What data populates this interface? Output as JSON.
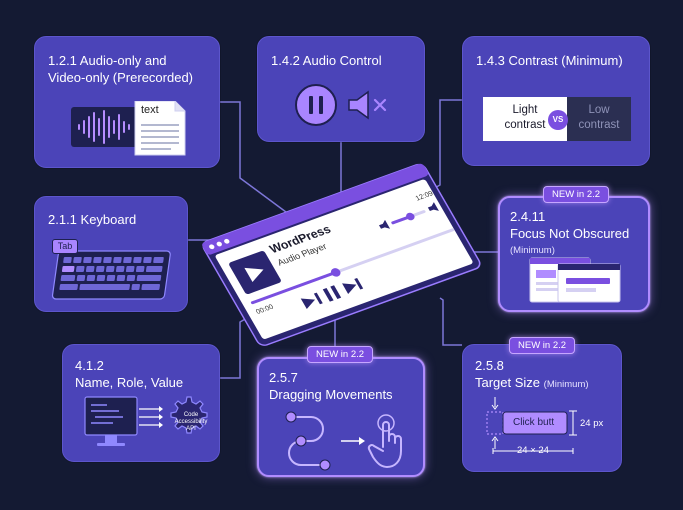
{
  "center": {
    "title": "WordPress",
    "subtitle": "Audio Player",
    "time_start": "00:00",
    "time_end": "12:09"
  },
  "cards": {
    "audio_only": {
      "line1": "1.2.1 Audio-only and",
      "line2": "Video-only (Prerecorded)",
      "doc_label": "text"
    },
    "audio_control": {
      "title": "1.4.2 Audio Control"
    },
    "contrast": {
      "title": "1.4.3 Contrast (Minimum)",
      "light_line1": "Light",
      "light_line2": "contrast",
      "vs": "VS",
      "low_line1": "Low",
      "low_line2": "contrast"
    },
    "keyboard": {
      "title": "2.1.1 Keyboard",
      "key_label": "Tab"
    },
    "focus": {
      "badge": "NEW in 2.2",
      "line1": "2.4.11",
      "line2": "Focus Not Obscured",
      "sub": "(Minimum)"
    },
    "name_role": {
      "line1": "4.1.2",
      "line2": "Name, Role, Value",
      "gear_line1": "Code",
      "gear_line2": "Accessibility",
      "gear_line3": "API"
    },
    "dragging": {
      "badge": "NEW in 2.2",
      "line1": "2.5.7",
      "line2": "Dragging Movements"
    },
    "target": {
      "badge": "NEW in 2.2",
      "line1": "2.5.8",
      "line2": "Target Size",
      "sub": "(Minimum)",
      "button": "Click butt",
      "height": "24 px",
      "dims": "24 × 24"
    }
  },
  "colors": {
    "background": "#141a33",
    "card": "#4b44b8",
    "accent": "#7a4fe0",
    "glow": "#b08cff",
    "line": "#7d76d8"
  }
}
